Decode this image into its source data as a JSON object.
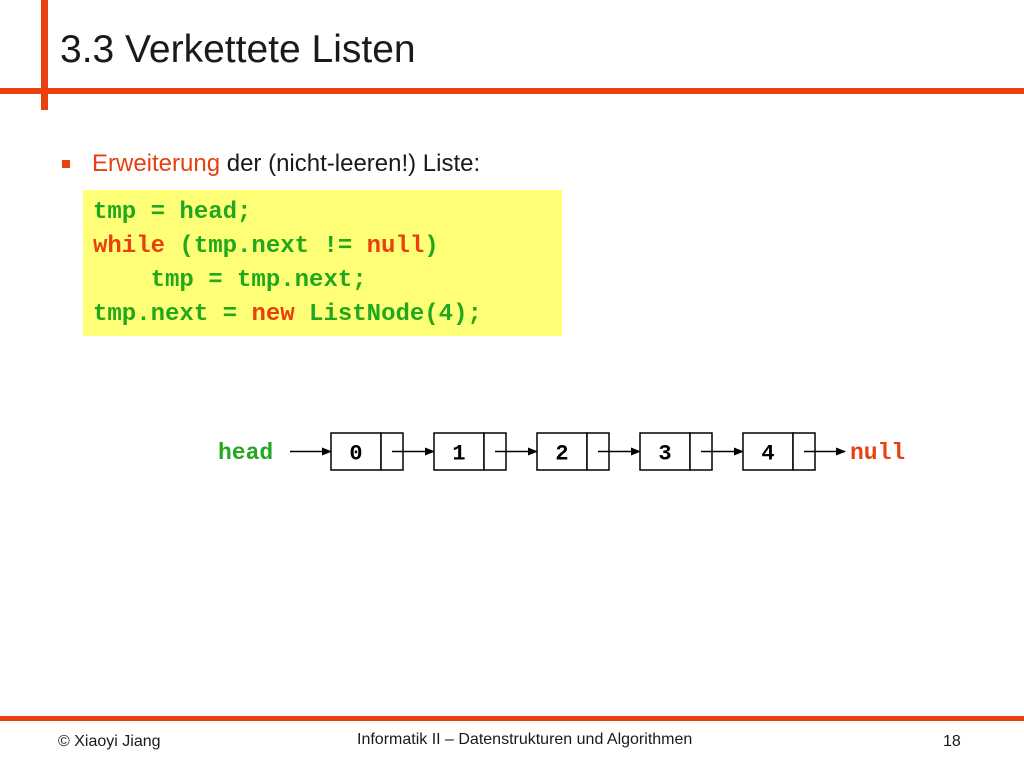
{
  "colors": {
    "accent": "#e8400e",
    "code_green": "#22a81e",
    "code_red": "#e8400e",
    "code_bg": "#ffff77",
    "text": "#1a1a1a"
  },
  "slide": {
    "title": "3.3 Verkettete Listen"
  },
  "bullet": {
    "highlight": "Erweiterung",
    "rest": " der (nicht-leeren!) Liste:"
  },
  "code": {
    "lines": [
      [
        {
          "t": "tmp = head;",
          "c": "green"
        }
      ],
      [
        {
          "t": "while",
          "c": "red"
        },
        {
          "t": " (tmp.next != ",
          "c": "green"
        },
        {
          "t": "null",
          "c": "red"
        },
        {
          "t": ")",
          "c": "green"
        }
      ],
      [
        {
          "t": "    tmp = tmp.next;",
          "c": "green"
        }
      ],
      [
        {
          "t": "tmp.next = ",
          "c": "green"
        },
        {
          "t": "new",
          "c": "red"
        },
        {
          "t": " ListNode(4);",
          "c": "green"
        }
      ]
    ]
  },
  "diagram": {
    "head_label": "head",
    "null_label": "null",
    "nodes": [
      "0",
      "1",
      "2",
      "3",
      "4"
    ]
  },
  "footer": {
    "left": "© Xiaoyi Jiang",
    "center": "Informatik II – Datenstrukturen und Algorithmen",
    "page": "18"
  }
}
